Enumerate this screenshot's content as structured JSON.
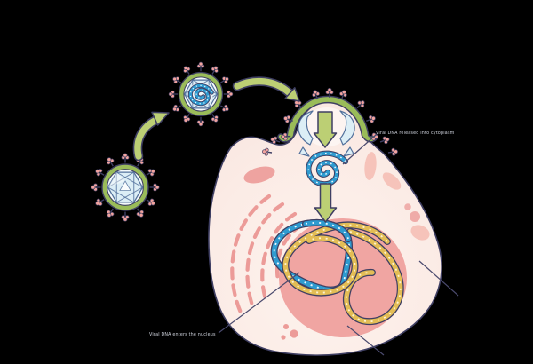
{
  "diagram": {
    "subject": "virus-cell-entry-pathway",
    "background": "#000000"
  },
  "labels": {
    "cytoplasm_dna": "Viral DNA released into cytoplasm",
    "nucleus_dna": "Viral DNA enters the nucleus"
  },
  "icons": {
    "free_virion": "enveloped-icosahedral-virus",
    "cutaway_virion": "virus-with-genome-coil",
    "approach_arrow": "curved-green-arrow",
    "binding_arrow": "curved-green-arrow",
    "entry_arrow": "green-block-arrow-down",
    "nuclear_import_arrow": "green-block-arrow-down",
    "released_dna": "blue-dna-coil",
    "episomal_dna": "blue-dna-circle",
    "host_genome": "yellow-dna-tangle"
  },
  "palette": {
    "outline": "#3f3f63",
    "leader": "#4a4a6e",
    "label": "#dfe3ee",
    "cell": "#fbebe5",
    "cellLight": "#fdf3ee",
    "nucleus": "#f0a5a2",
    "organelle": "#ec9b98",
    "organelleLight": "#f6c3ba",
    "green": "#9abc59",
    "arrowGreen": "#bccf74",
    "capsid": "#dceef6",
    "capsidLine": "#53719c",
    "spike": "#f2a39e",
    "dnaBlue": "#2e9bd0",
    "dnaBlueDash": "#eaf6ff",
    "dnaYellow": "#e3bd55",
    "dnaYellowDash": "#fdf2cf"
  }
}
